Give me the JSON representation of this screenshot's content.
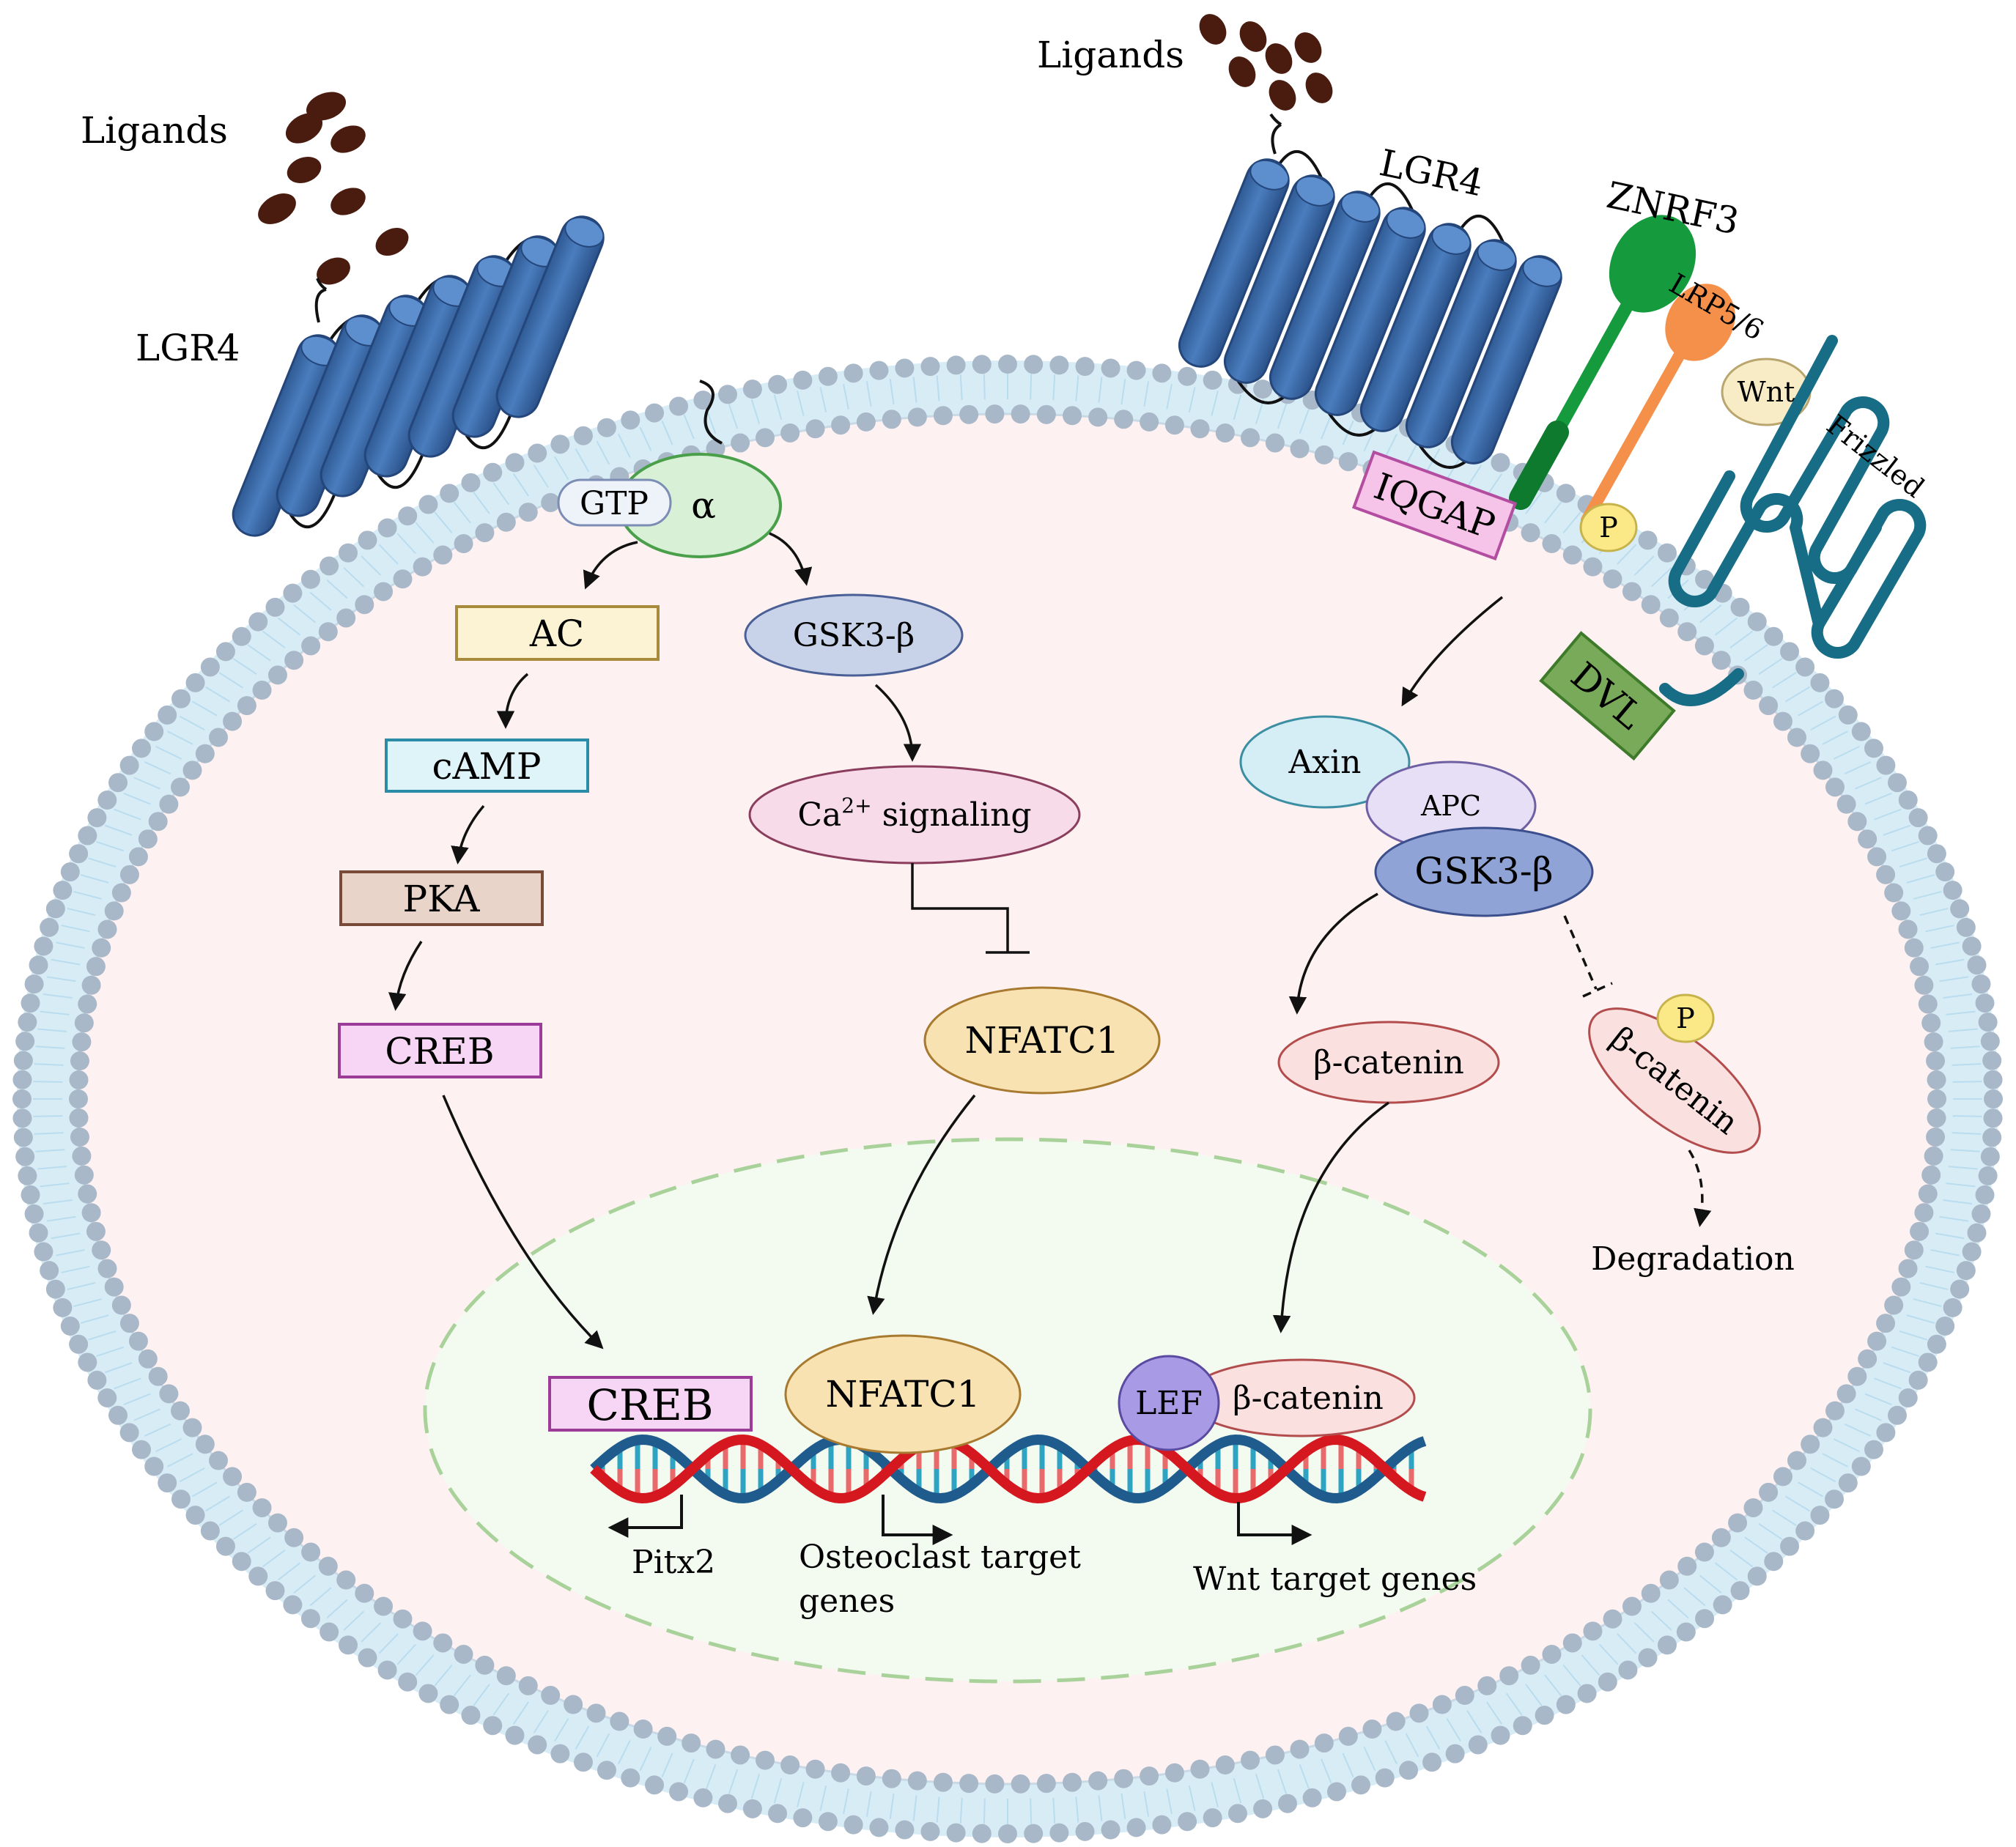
{
  "labels": {
    "ligands_left": "Ligands",
    "ligands_right": "Ligands",
    "lgr4_left": "LGR4",
    "lgr4_right": "LGR4",
    "znrf3": "ZNRF3",
    "lrp56": "LRP5/6",
    "wnt": "Wnt",
    "frizzled": "Frizzled",
    "iqgap": "IQGAP",
    "p_lrp": "P",
    "dvl": "DVL",
    "gtp": "GTP",
    "alpha": "α",
    "ac": "AC",
    "camp": "cAMP",
    "pka": "PKA",
    "creb_cyto": "CREB",
    "gsk3b_left": "GSK3-β",
    "ca_signaling_prefix": "Ca",
    "ca_signaling_sup": "2+",
    "ca_signaling_suffix": "signaling",
    "nfatc1_cyto": "NFATC1",
    "axin": "Axin",
    "apc": "APC",
    "gsk3b_right": "GSK3-β",
    "b_catenin_cyto": "β-catenin",
    "b_catenin_p": "β-catenin",
    "p_bcat": "P",
    "degradation": "Degradation",
    "creb_nuc": "CREB",
    "nfatc1_nuc": "NFATC1",
    "lef": "LEF",
    "b_catenin_nuc": "β-catenin",
    "pitx2": "Pitx2",
    "osteoclast_line1": "Osteoclast target",
    "osteoclast_line2": "genes",
    "wnt_target": "Wnt target genes"
  },
  "colors": {
    "membrane_head": "#a9b8c8",
    "membrane_tail": "#cfe6f3",
    "cytoplasm": "#fdf1f1",
    "nucleus_fill": "#f3fbf1",
    "nucleus_border": "#a9d29a",
    "receptor": "#3c6aa8",
    "receptor_dark": "#24467a",
    "ligand": "#4a1c10",
    "znrf3": "#159b3e",
    "lrp": "#f5904a",
    "frizzled": "#176c86",
    "dna_red": "#d5171f",
    "dna_blue": "#1f5b8c"
  }
}
